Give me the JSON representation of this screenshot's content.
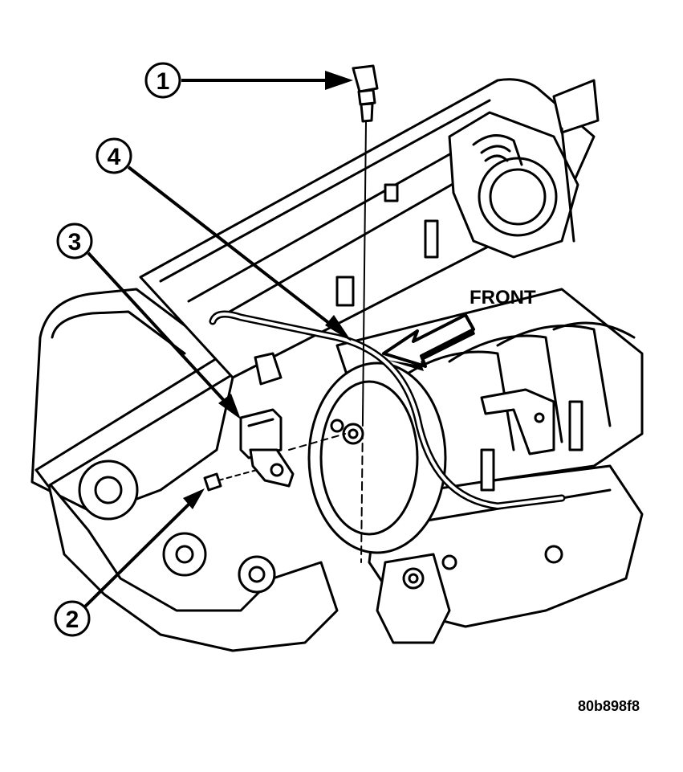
{
  "callouts": [
    {
      "id": "1",
      "label": "1"
    },
    {
      "id": "2",
      "label": "2"
    },
    {
      "id": "3",
      "label": "3"
    },
    {
      "id": "4",
      "label": "4"
    }
  ],
  "direction_label": "FRONT",
  "figure_code": "80b898f8",
  "colors": {
    "ink": "#000000",
    "paper": "#ffffff"
  }
}
